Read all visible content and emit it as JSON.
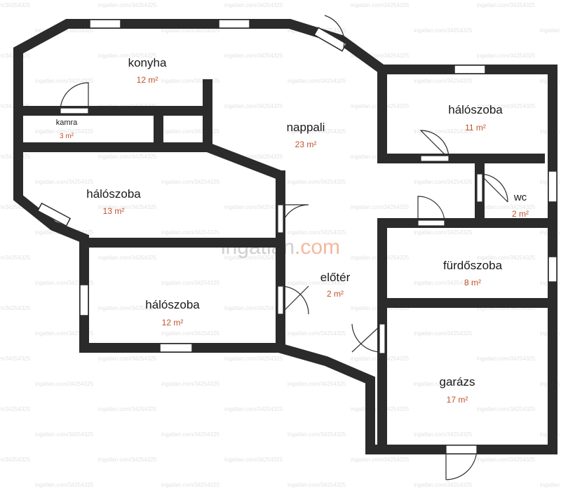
{
  "rooms": {
    "konyha": {
      "name": "konyha",
      "area": "12 m²"
    },
    "kamra": {
      "name": "kamra",
      "area": "3 m²"
    },
    "nappali": {
      "name": "nappali",
      "area": "23 m²"
    },
    "haloszoba_ne": {
      "name": "hálószoba",
      "area": "11 m²"
    },
    "haloszoba_w": {
      "name": "hálószoba",
      "area": "13 m²"
    },
    "haloszoba_sw": {
      "name": "hálószoba",
      "area": "12 m²"
    },
    "wc": {
      "name": "wc",
      "area": "2 m²"
    },
    "eloter": {
      "name": "előtér",
      "area": "2 m²"
    },
    "furdoszoba": {
      "name": "fürdőszoba",
      "area": "8 m²"
    },
    "garazs": {
      "name": "garázs",
      "area": "17 m²"
    }
  },
  "logo": {
    "part1": "ingatlan",
    "part2": ".com",
    "color1": "#c9c9c9",
    "color2": "#f2b59a"
  },
  "watermark": "ingatlan.com/34254325",
  "colors": {
    "wall": "#2b2b2b",
    "window": "#ffffff",
    "area": "#c0522a"
  }
}
